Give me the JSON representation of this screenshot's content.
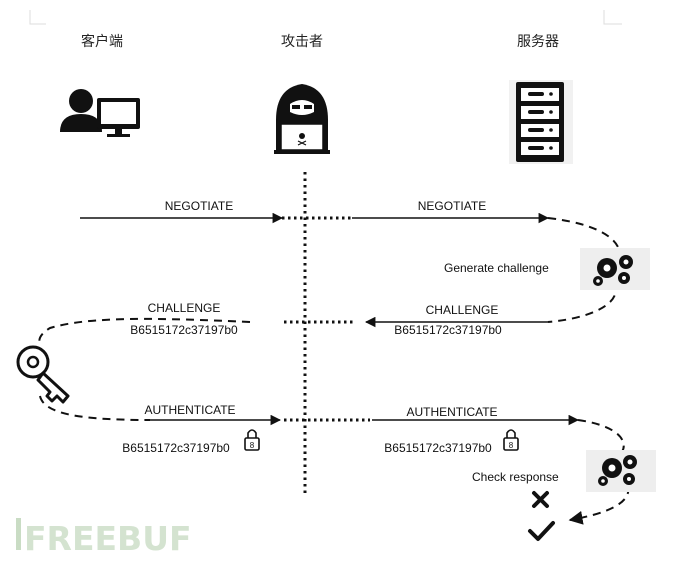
{
  "actors": {
    "client": "客户端",
    "attacker": "攻击者",
    "server": "服务器"
  },
  "steps": {
    "negotiate_left": "NEGOTIATE",
    "negotiate_right": "NEGOTIATE",
    "generate_challenge": "Generate challenge",
    "challenge_left": "CHALLENGE",
    "challenge_right": "CHALLENGE",
    "challenge_value_left": "B6515172c37197b0",
    "challenge_value_right": "B6515172c37197b0",
    "authenticate_left": "AUTHENTICATE",
    "authenticate_right": "AUTHENTICATE",
    "auth_value_left": "B6515172c37197b0",
    "auth_value_right": "B6515172c37197b0",
    "lock_digit": "8",
    "check_response": "Check response"
  },
  "watermark": "FREEBUF",
  "colors": {
    "ink": "#111111",
    "gear_bg": "#eeeeee",
    "watermark": "#c9dcc4"
  },
  "icons": [
    "user-with-computer-icon",
    "hooded-hacker-icon",
    "server-rack-icon",
    "gears-icon",
    "key-icon",
    "padlock-icon",
    "cross-icon",
    "checkmark-icon"
  ]
}
